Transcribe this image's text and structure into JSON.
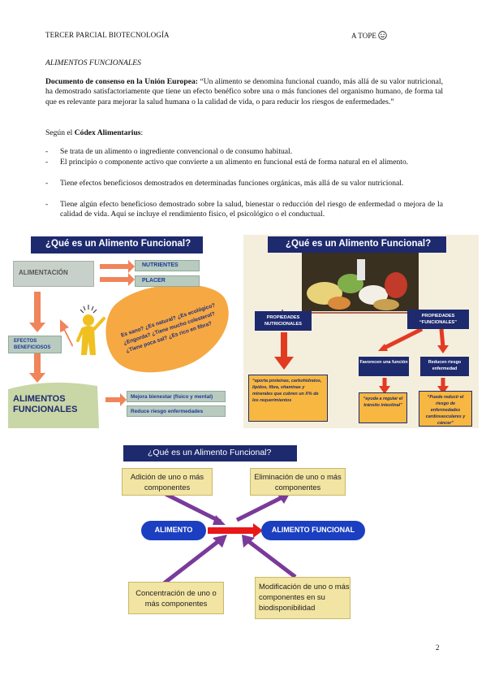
{
  "header": {
    "left": "TERCER PARCIAL BIOTECNOLOGÍA",
    "right": "A TOPE"
  },
  "section_title": "ALIMENTOS FUNCIONALES",
  "eu": {
    "label": "Documento de consenso en la Unión Europea:",
    "quote": "“Un alimento se denomina funcional cuando, más allá de su valor nutricional, ha demostrado satisfactoriamente que tiene un efecto benéfico sobre una o más funciones del organismo humano, de forma tal que es relevante para mejorar la salud humana o la calidad de vida, o para reducir los riesgos de enfermedades.”"
  },
  "codex": {
    "intro": "Según el ",
    "name": "Códex Alimentarius",
    "colon": ":",
    "bullets": [
      "Se trata de un alimento o ingrediente convencional o de consumo habitual.",
      "El principio o componente activo que convierte a un alimento en funcional está de forma natural en el alimento.",
      "Tiene efectos beneficiosos demostrados en determinadas funciones orgánicas, más allá de su valor nutricional.",
      "Tiene algún efecto beneficioso demostrado sobre la salud, bienestar o reducción del riesgo de enfermedad o mejora de la calidad de vida. Aquí se incluye el rendimiento físico, el psicológico o el conductual."
    ]
  },
  "fig1": {
    "title": "¿Qué es un Alimento Funcional?",
    "alimentacion": "ALIMENTACIÓN",
    "nutrientes": "NUTRIENTES",
    "placer": "PLACER",
    "efectos": "EFECTOS BENEFICIOSOS",
    "alimentos": "ALIMENTOS FUNCIONALES",
    "q1": "Es sano? ¿Es natural? ¿Es ecológico?",
    "q2": "¿Engorda? ¿Tiene mucho colesterol?",
    "q3": "¿Tiene poca sal? ¿Es rico en fibra?",
    "bienestar": "Mejora bienestar (físico y mental)",
    "riesgo": "Reduce riesgo enfermedades"
  },
  "fig2": {
    "title": "¿Qué es un Alimento Funcional?",
    "prop_nut": "PROPIEDADES NUTRICIONALES",
    "prop_fun": "PROPIEDADES “FUNCIONALES”",
    "nut_text": "“aporta proteínas, carbohidratos, lípidos, fibra, vitaminas y minerales que cubren un X% de los requerimientos",
    "favorecen": "Favorecen una función",
    "reducen": "Reducen riesgo enfermedad",
    "ayuda": "“ayuda a regular el tránsito intestinal”",
    "puede": "“Puede reducir el riesgo de enfermedades cardiovasculares y cáncer”"
  },
  "fig3": {
    "title": "¿Qué es un Alimento Funcional?",
    "adicion": "Adición de uno o más componentes",
    "eliminacion": "Eliminación de uno o más componentes",
    "alimento": "ALIMENTO",
    "alimento_funcional": "ALIMENTO FUNCIONAL",
    "concentracion": "Concentración de uno o más componentes",
    "modificacion": "Modificación de uno o más componentes en su biodisponibilidad"
  },
  "page_number": "2"
}
